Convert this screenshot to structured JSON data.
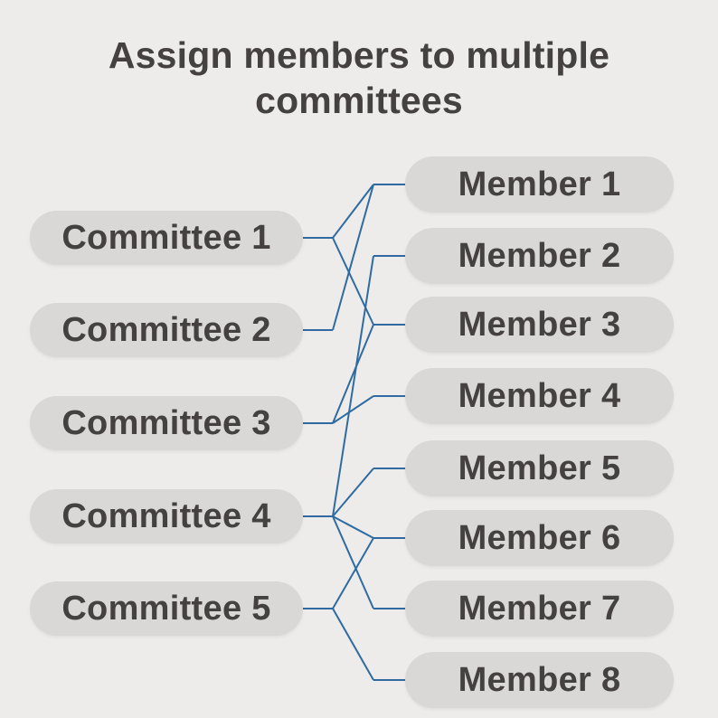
{
  "title": "Assign members to multiple committees",
  "colors": {
    "background": "#edecea",
    "pill_fill": "#d9d8d6",
    "text": "#454140",
    "line": "#2f6ba1"
  },
  "diagram": {
    "committees": [
      "Committee 1",
      "Committee 2",
      "Committee 3",
      "Committee 4",
      "Committee 5"
    ],
    "members": [
      "Member 1",
      "Member 2",
      "Member 3",
      "Member 4",
      "Member 5",
      "Member 6",
      "Member 7",
      "Member 8"
    ],
    "edges": [
      {
        "committee": 1,
        "member": 1
      },
      {
        "committee": 1,
        "member": 3
      },
      {
        "committee": 2,
        "member": 1
      },
      {
        "committee": 3,
        "member": 3
      },
      {
        "committee": 3,
        "member": 4
      },
      {
        "committee": 4,
        "member": 2
      },
      {
        "committee": 4,
        "member": 5
      },
      {
        "committee": 4,
        "member": 6
      },
      {
        "committee": 4,
        "member": 7
      },
      {
        "committee": 5,
        "member": 6
      },
      {
        "committee": 5,
        "member": 8
      }
    ]
  }
}
